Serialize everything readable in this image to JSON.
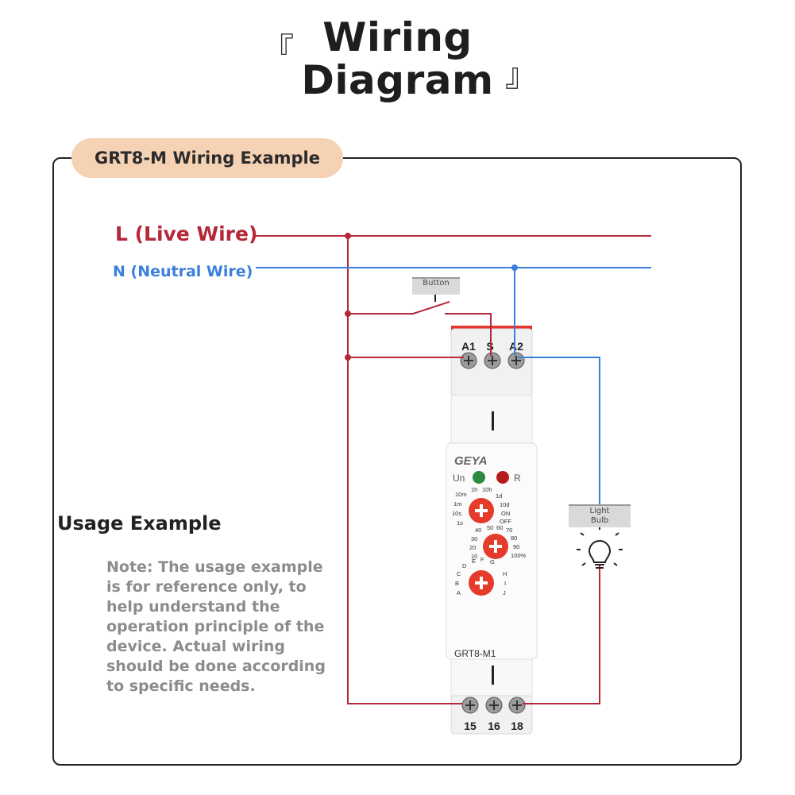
{
  "header": {
    "title_line1": "Wiring",
    "title_line2": "Diagram",
    "bracket_open": "『",
    "bracket_close": "』"
  },
  "section": {
    "pill_label": "GRT8-M Wiring Example"
  },
  "wires": {
    "live_label": "L (Live Wire)",
    "neutral_label": "N (Neutral Wire)",
    "live_color": "#b5283a",
    "neutral_color": "#3b7fde"
  },
  "button": {
    "label": "Button"
  },
  "light": {
    "label_line1": "Light",
    "label_line2": "Bulb"
  },
  "device": {
    "brand": "GEYA",
    "model": "GRT8-M1",
    "top_terminals": [
      "A1",
      "S",
      "A2"
    ],
    "bottom_terminals": [
      "15",
      "16",
      "18"
    ],
    "led_un": "Un",
    "led_r": "R",
    "dial1_left": [
      "10m",
      "1m",
      "10s",
      "1s"
    ],
    "dial1_top": [
      "1h",
      "10h"
    ],
    "dial1_right": [
      "1d",
      "10d",
      "ON",
      "OFF"
    ],
    "dial2_left": [
      "40",
      "30",
      "20",
      "10"
    ],
    "dial2_top": [
      "50",
      "60",
      "70"
    ],
    "dial2_right": [
      "80",
      "90",
      "100%"
    ],
    "dial3_left": [
      "D",
      "C",
      "B",
      "A"
    ],
    "dial3_top": [
      "E",
      "F",
      "G"
    ],
    "dial3_right": [
      "H",
      "I",
      "J"
    ]
  },
  "usage": {
    "title": "Usage Example",
    "note": "Note: The usage example\nis for reference only, to\nhelp understand the\noperation principle of the\ndevice. Actual wiring\nshould be done according\nto specific needs."
  }
}
